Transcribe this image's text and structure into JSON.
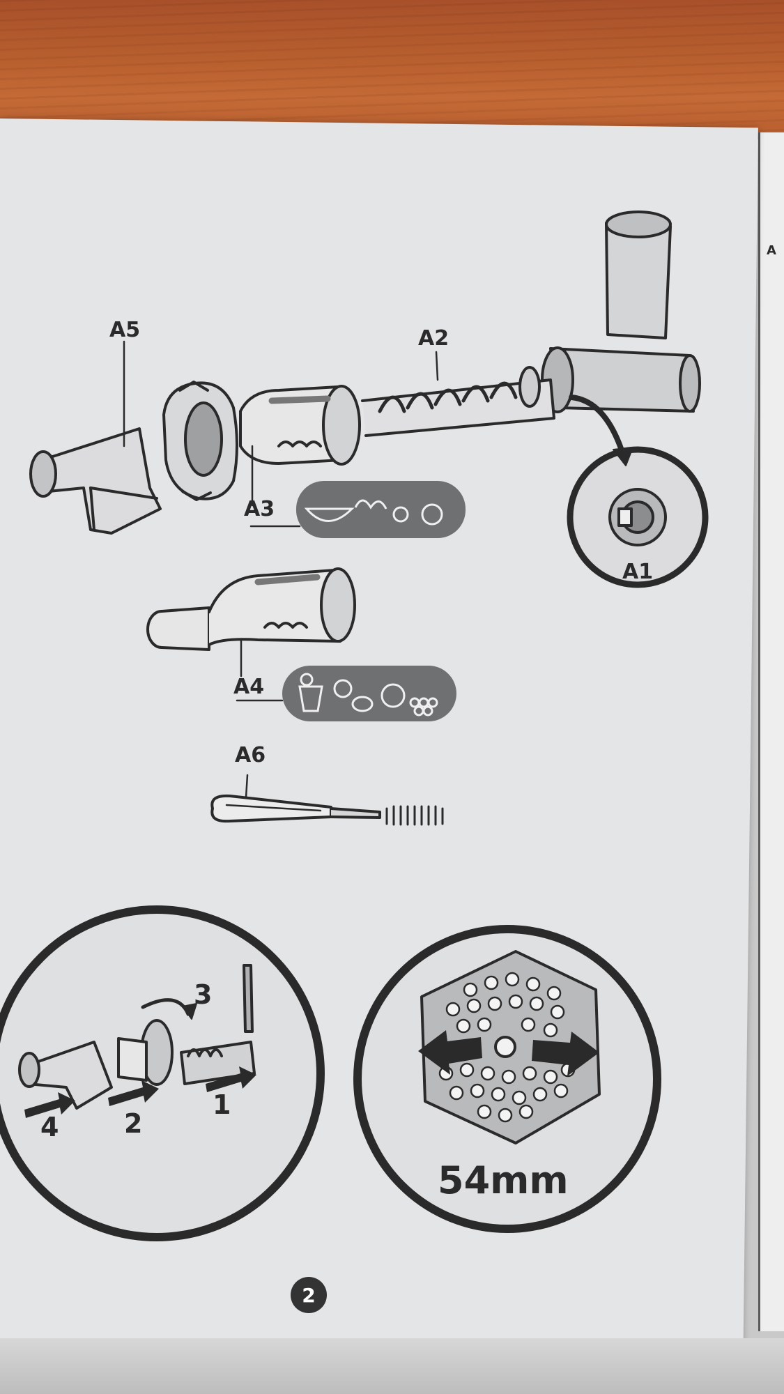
{
  "labels": {
    "a5": "A5",
    "a2": "A2",
    "a3": "A3",
    "a1": "A1",
    "a4": "A4",
    "a6": "A6"
  },
  "steps": {
    "s1": "1",
    "s2": "2",
    "s3": "3",
    "s4": "4"
  },
  "plate_size": "54mm",
  "page_number": "2",
  "edge_letter": "A",
  "colors": {
    "ink": "#2a2a2a",
    "paper": "#e4e5e7",
    "table": "#b9602f",
    "badge": "#6f7072"
  },
  "icons": [
    "bowl-icon",
    "berries-icon",
    "tomato-icon",
    "glass-icon",
    "lemon-icon",
    "apple-icon",
    "grapes-icon",
    "arrow-icon",
    "rotate-icon"
  ]
}
